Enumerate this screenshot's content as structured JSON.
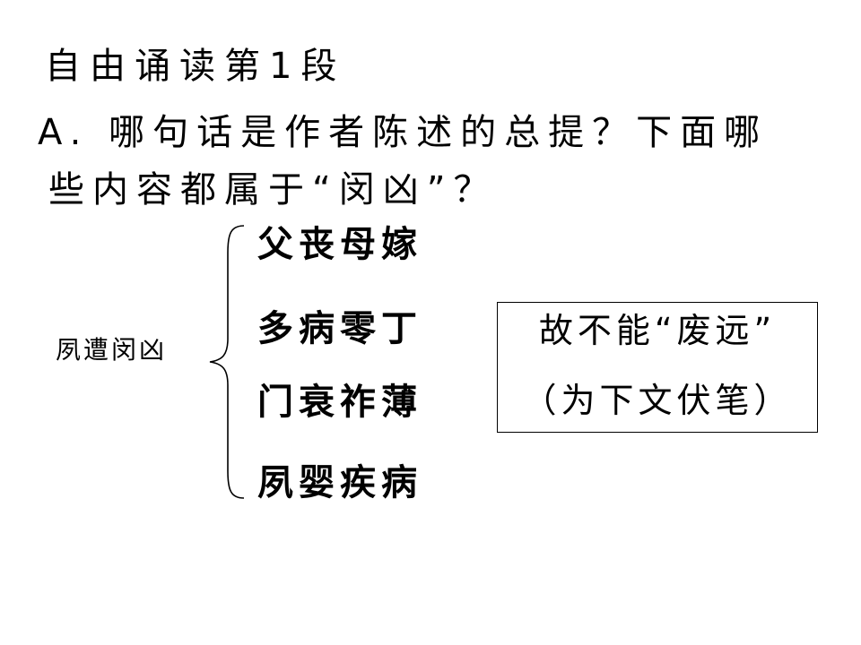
{
  "slide": {
    "heading": "自由诵读第1段",
    "question": {
      "line1": "A. 哪句话是作者陈述的总提？下面哪",
      "line2": "些内容都属于“闵凶”？"
    },
    "diagram": {
      "topic": "夙遭闵凶",
      "items": [
        "父丧母嫁",
        "多病零丁",
        "门衰祚薄",
        "夙婴疾病"
      ],
      "conclusion": {
        "line1": "故不能“废远”",
        "line2": "（为下文伏笔）"
      }
    }
  }
}
